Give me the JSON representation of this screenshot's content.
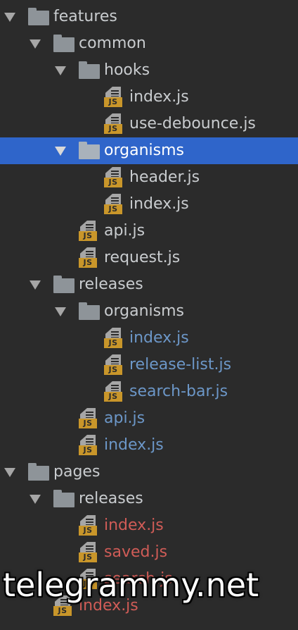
{
  "tree": {
    "rows": [
      {
        "label": "features",
        "type": "folder",
        "expanded": true,
        "depth": 0,
        "status": "normal",
        "selected": false
      },
      {
        "label": "common",
        "type": "folder",
        "expanded": true,
        "depth": 1,
        "status": "normal",
        "selected": false
      },
      {
        "label": "hooks",
        "type": "folder",
        "expanded": true,
        "depth": 2,
        "status": "normal",
        "selected": false
      },
      {
        "label": "index.js",
        "type": "file",
        "depth": 3,
        "status": "normal",
        "selected": false
      },
      {
        "label": "use-debounce.js",
        "type": "file",
        "depth": 3,
        "status": "normal",
        "selected": false
      },
      {
        "label": "organisms",
        "type": "folder",
        "expanded": true,
        "depth": 2,
        "status": "normal",
        "selected": true
      },
      {
        "label": "header.js",
        "type": "file",
        "depth": 3,
        "status": "normal",
        "selected": false
      },
      {
        "label": "index.js",
        "type": "file",
        "depth": 3,
        "status": "normal",
        "selected": false
      },
      {
        "label": "api.js",
        "type": "file",
        "depth": 2,
        "status": "normal",
        "selected": false
      },
      {
        "label": "request.js",
        "type": "file",
        "depth": 2,
        "status": "normal",
        "selected": false
      },
      {
        "label": "releases",
        "type": "folder",
        "expanded": true,
        "depth": 1,
        "status": "normal",
        "selected": false
      },
      {
        "label": "organisms",
        "type": "folder",
        "expanded": true,
        "depth": 2,
        "status": "normal",
        "selected": false
      },
      {
        "label": "index.js",
        "type": "file",
        "depth": 3,
        "status": "modified",
        "selected": false
      },
      {
        "label": "release-list.js",
        "type": "file",
        "depth": 3,
        "status": "modified",
        "selected": false
      },
      {
        "label": "search-bar.js",
        "type": "file",
        "depth": 3,
        "status": "modified",
        "selected": false
      },
      {
        "label": "api.js",
        "type": "file",
        "depth": 2,
        "status": "modified",
        "selected": false
      },
      {
        "label": "index.js",
        "type": "file",
        "depth": 2,
        "status": "modified",
        "selected": false
      },
      {
        "label": "pages",
        "type": "folder",
        "expanded": true,
        "depth": 0,
        "status": "normal",
        "selected": false
      },
      {
        "label": "releases",
        "type": "folder",
        "expanded": true,
        "depth": 1,
        "status": "normal",
        "selected": false
      },
      {
        "label": "index.js",
        "type": "file",
        "depth": 2,
        "status": "added",
        "selected": false
      },
      {
        "label": "saved.js",
        "type": "file",
        "depth": 2,
        "status": "added",
        "selected": false
      },
      {
        "label": "search.js",
        "type": "file",
        "depth": 2,
        "status": "added",
        "selected": false
      },
      {
        "label": "index.js",
        "type": "file",
        "depth": 1,
        "status": "added",
        "selected": false
      }
    ],
    "file_badge": "JS"
  },
  "watermark": {
    "text": "telegrammy.net"
  },
  "colors": {
    "background": "#2b2b2b",
    "selection": "#2f65ca",
    "text_normal": "#c9cccf",
    "text_modified": "#6c97c8",
    "text_added": "#d05c57",
    "folder": "#8e9499",
    "js_badge": "#c9962a"
  },
  "icons": {
    "folder": "folder-icon",
    "file": "js-file-icon",
    "expander": "chevron-down-icon"
  }
}
